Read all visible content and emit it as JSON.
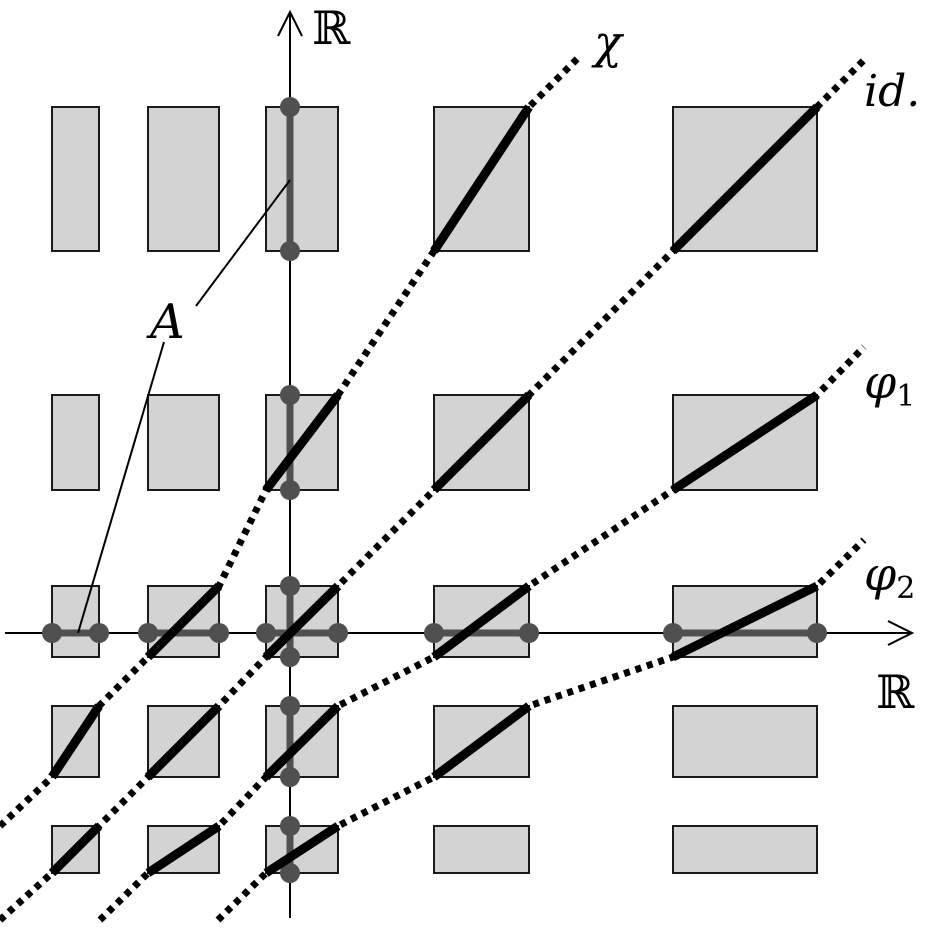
{
  "labels": {
    "y_axis": "ℝ",
    "x_axis": "ℝ",
    "chi": "χ",
    "id": "id.",
    "phi1_base": "φ",
    "phi1_sub": "1",
    "phi2_base": "φ",
    "phi2_sub": "2",
    "A": "A"
  },
  "colors": {
    "rect_fill": "#d3d3d3",
    "rect_stroke": "#1a1a1a",
    "line": "#000000",
    "set_A": "#505050"
  }
}
